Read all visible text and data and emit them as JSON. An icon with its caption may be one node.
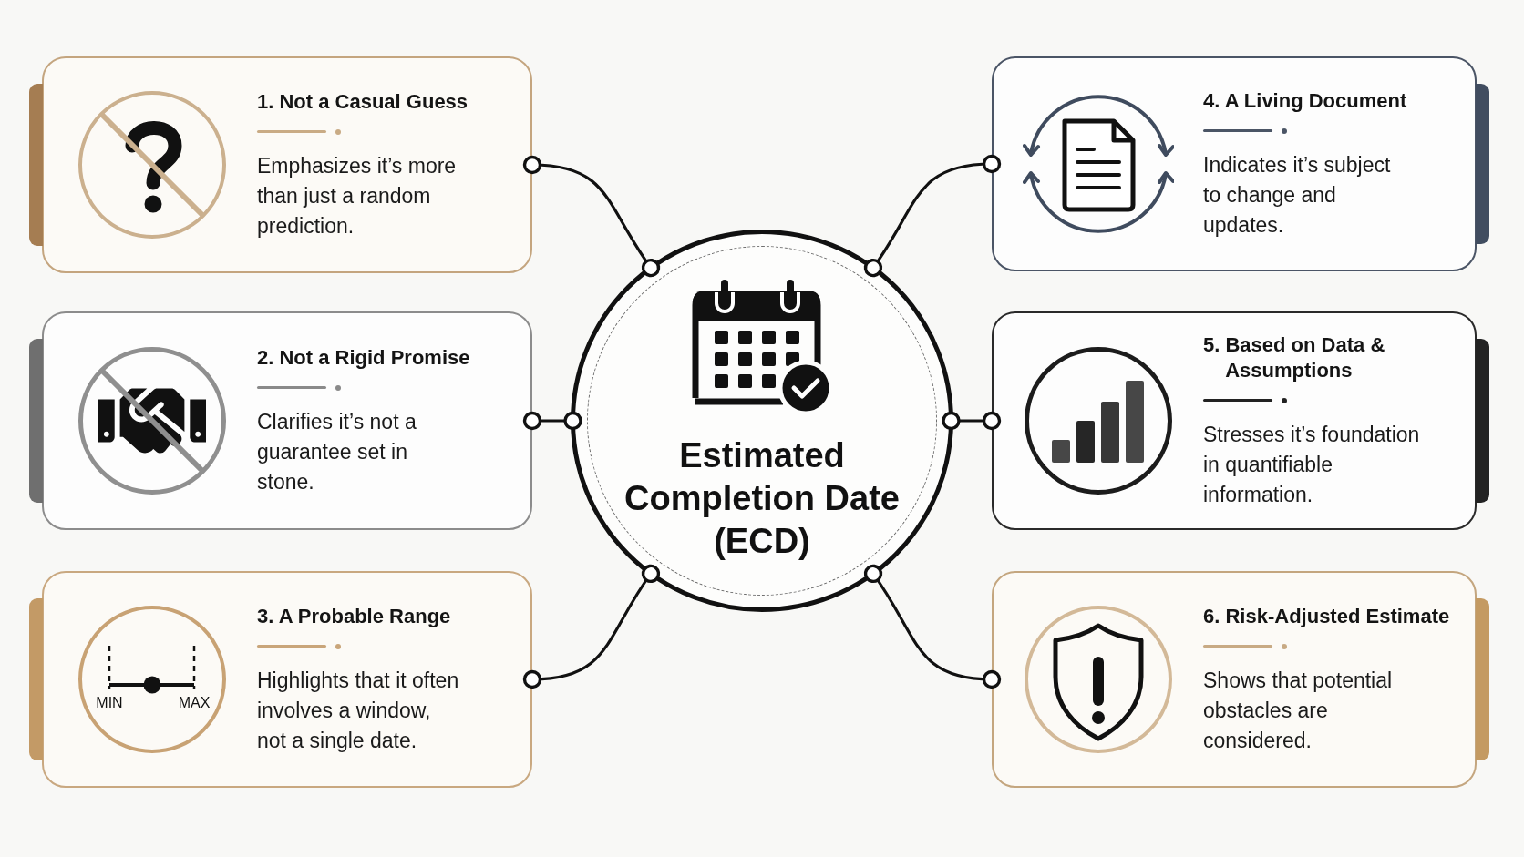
{
  "diagram": {
    "nodes": [
      {
        "text": [
          "Estimated Completion Date (ECD)"
        ]
      },
      {
        "text": [
          "1. Not a Casual Guess",
          "Emphasizes it’s more than just a random prediction."
        ]
      },
      {
        "text": [
          "2. Not a Rigid Promise",
          "Clarifies it’s not a guarantee set in stone."
        ]
      },
      {
        "text": [
          "3. A Probable Range",
          "Highlights that it often involves a window, not a single date."
        ]
      },
      {
        "text": [
          "4. A Living Document",
          "Indicates it’s subject to change and updates."
        ]
      },
      {
        "text": [
          "5. Based on Data & Assumptions",
          "Stresses it’s foundation in quantifiable information."
        ]
      },
      {
        "text": [
          "6. Risk-Adjusted Estimate",
          "Shows that potential obstacles are considered."
        ]
      }
    ],
    "edges": [
      {
        "from": 0,
        "to": 1,
        "arrow": "other"
      },
      {
        "from": 0,
        "to": 2,
        "arrow": "other"
      },
      {
        "from": 0,
        "to": 3,
        "arrow": "other"
      },
      {
        "from": 0,
        "to": 4,
        "arrow": "other"
      },
      {
        "from": 0,
        "to": 5,
        "arrow": "other"
      },
      {
        "from": 0,
        "to": 6,
        "arrow": "other"
      }
    ],
    "labels": [
      "MIN",
      "MAX"
    ]
  }
}
